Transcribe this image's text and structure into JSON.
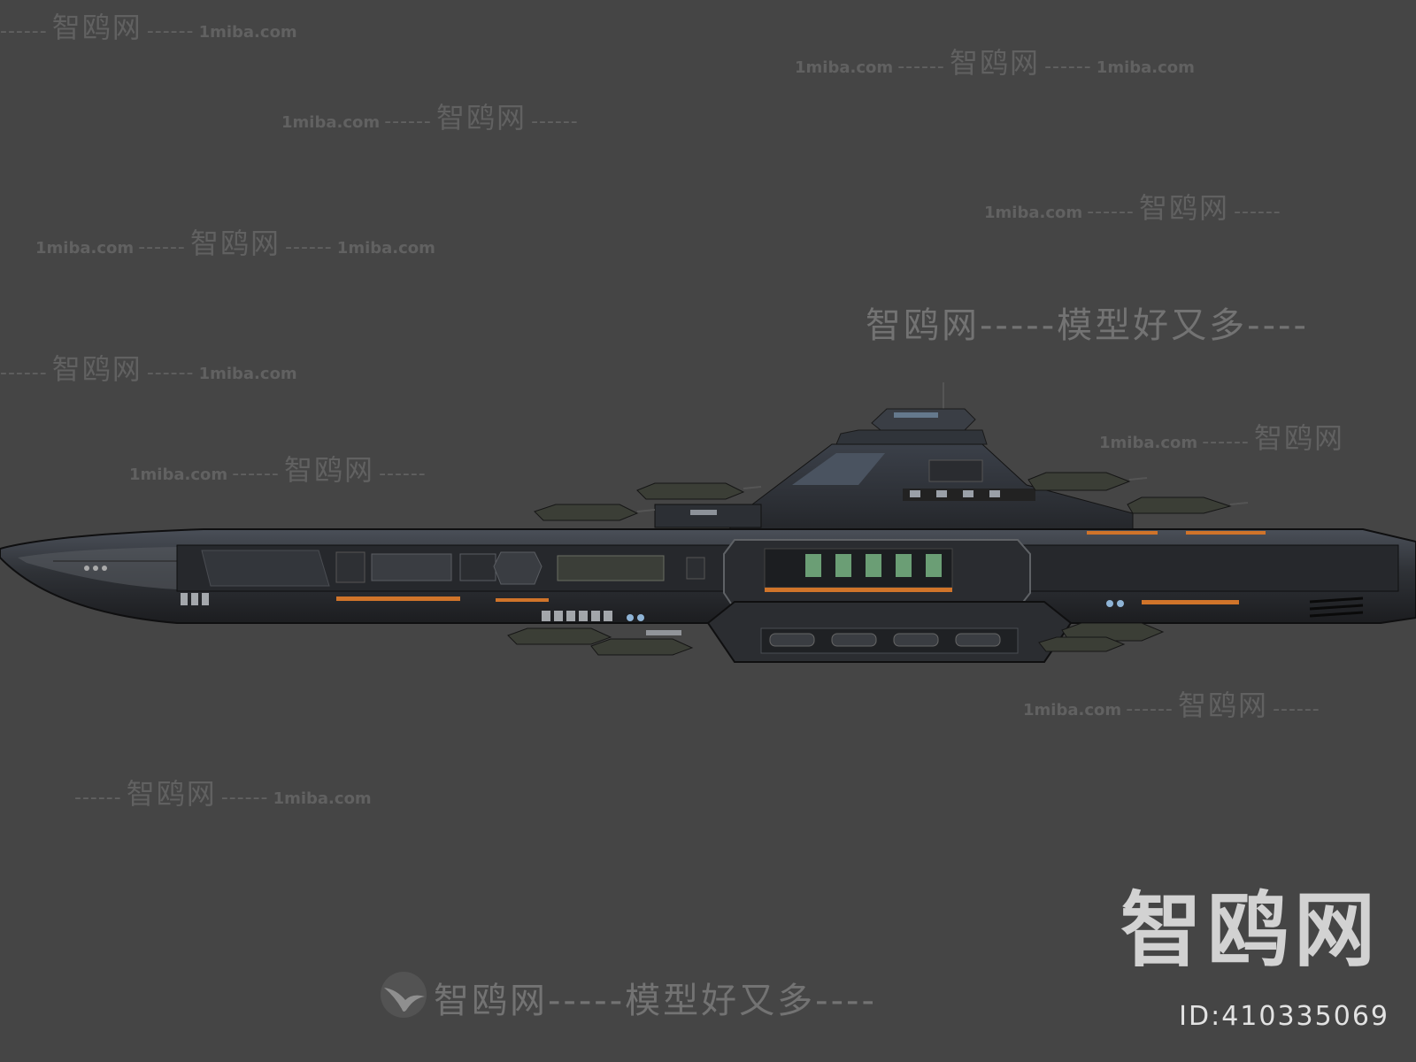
{
  "watermark": {
    "cn": "智鸥网",
    "url": "1miba.com",
    "dash": "------",
    "slogan": "智鸥网-----模型好又多----"
  },
  "brand": {
    "name": "智鸥网",
    "id": "ID:410335069"
  },
  "icons": {
    "logo": "bird-logo-icon",
    "subject": "spaceship-model"
  },
  "colors": {
    "background": "#454545",
    "hull": "#2e3034",
    "hull_dark": "#1e2023",
    "accent_orange": "#d0742a",
    "accent_green": "#7fbf8a",
    "accent_blue": "#8fb4d6"
  }
}
